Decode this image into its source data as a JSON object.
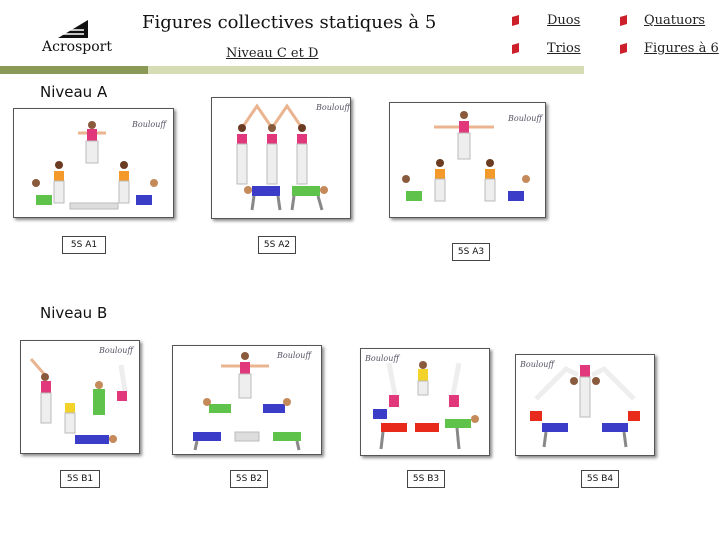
{
  "header": {
    "title": "Figures collectives statiques à 5",
    "brand": "Acrosport",
    "subtitle": "Niveau C et D"
  },
  "nav": {
    "duos": "Duos",
    "quatuors": "Quatuors",
    "trios": "Trios",
    "figures6": "Figures à 6"
  },
  "colors": {
    "band_dark": "#8a9a56",
    "band_light": "#d6dcb4",
    "bullet": "#cc1f2a"
  },
  "levelA": {
    "heading": "Niveau A",
    "items": [
      {
        "label": "5S A1"
      },
      {
        "label": "5S A2"
      },
      {
        "label": "5S A3"
      }
    ]
  },
  "levelB": {
    "heading": "Niveau B",
    "items": [
      {
        "label": "5S B1"
      },
      {
        "label": "5S B2"
      },
      {
        "label": "5S B3"
      },
      {
        "label": "5S B4"
      }
    ]
  },
  "watermark": "Boulouff"
}
